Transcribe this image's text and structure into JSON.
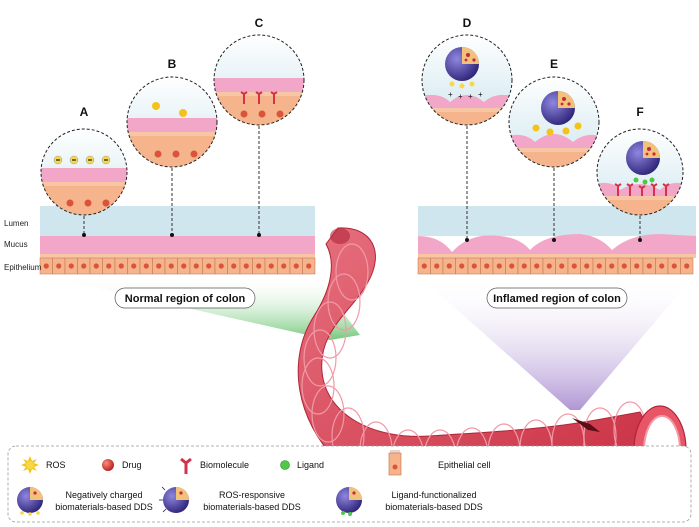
{
  "panels": [
    "A",
    "B",
    "C",
    "D",
    "E",
    "F"
  ],
  "side_labels": {
    "lumen": "Lumen",
    "mucus": "Mucus",
    "epithelium": "Epithelium"
  },
  "regions": {
    "normal": "Normal region of colon",
    "inflamed": "Inflamed region of colon"
  },
  "legend": {
    "ros": "ROS",
    "drug": "Drug",
    "biomolecule": "Biomolecule",
    "ligand": "Ligand",
    "epithelial_cell": "Epithelial cell",
    "neg_line1": "Negatively charged",
    "neg_line2": "biomaterials-based DDS",
    "ros_line1": "ROS-responsive",
    "ros_line2": "biomaterials-based DDS",
    "lig_line1": "Ligand-functionalized",
    "lig_line2": "biomaterials-based DDS"
  },
  "colors": {
    "lumen": "#cfe6ee",
    "mucus": "#f2a7c8",
    "cell": "#f6b48c",
    "nucleus": "#d9543a",
    "colon": "#d8344a",
    "normal_glow": "#5cbf63",
    "inflamed_glow": "#9c7cc9",
    "ros": "#f5c21b",
    "ligand": "#4fc84a",
    "dds_core": "#4b3fa0"
  }
}
